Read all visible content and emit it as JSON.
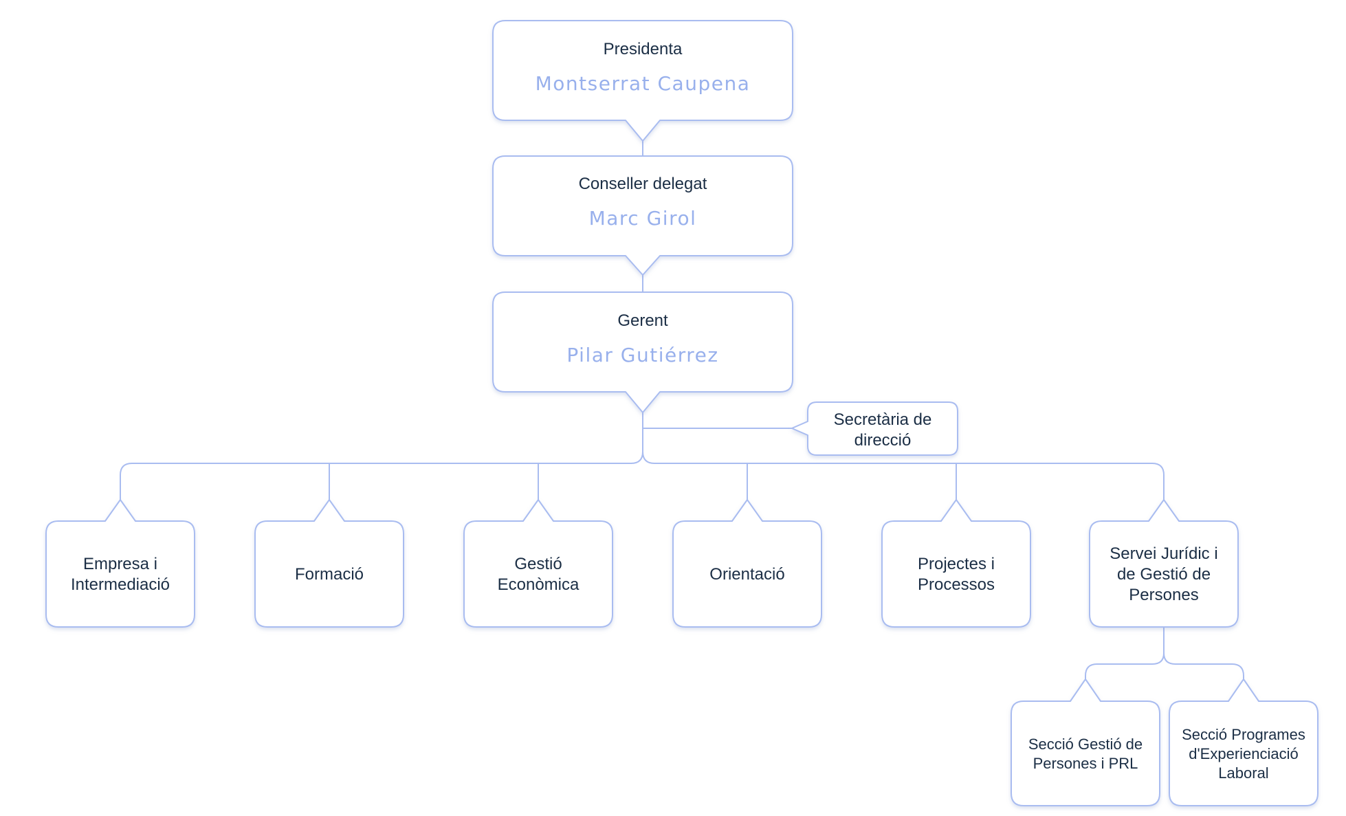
{
  "leadership": [
    {
      "id": "presidenta",
      "role": "Presidenta",
      "name": "Montserrat Caupena"
    },
    {
      "id": "conseller",
      "role": "Conseller delegat",
      "name": "Marc Girol"
    },
    {
      "id": "gerent",
      "role": "Gerent",
      "name": "Pilar Gutiérrez"
    }
  ],
  "secretaria": {
    "lines": [
      "Secretària de",
      "direcció"
    ]
  },
  "departments": [
    {
      "id": "empresa",
      "lines": [
        "Empresa i",
        "Intermediació"
      ]
    },
    {
      "id": "formacio",
      "lines": [
        "Formació"
      ]
    },
    {
      "id": "gestio-economica",
      "lines": [
        "Gestió",
        "Econòmica"
      ]
    },
    {
      "id": "orientacio",
      "lines": [
        "Orientació"
      ]
    },
    {
      "id": "projectes",
      "lines": [
        "Projectes i",
        "Processos"
      ]
    },
    {
      "id": "servei-juridic",
      "lines": [
        "Servei Jurídic i",
        "de Gestió de",
        "Persones"
      ]
    }
  ],
  "sections": [
    {
      "id": "seccio-persones",
      "lines": [
        "Secció Gestió de",
        "Persones i PRL"
      ]
    },
    {
      "id": "seccio-programes",
      "lines": [
        "Secció Programes",
        "d'Experienciació",
        "Laboral"
      ]
    }
  ]
}
